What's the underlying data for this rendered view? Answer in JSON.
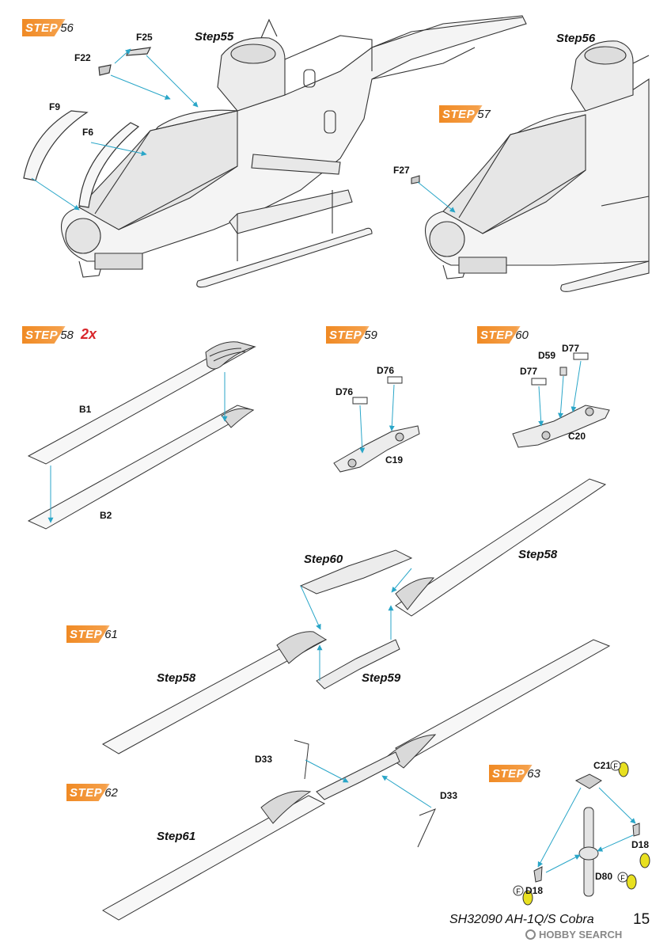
{
  "steps": {
    "s56": {
      "word": "STEP",
      "num": "56"
    },
    "s57": {
      "word": "STEP",
      "num": "57"
    },
    "s58": {
      "word": "STEP",
      "num": "58",
      "multiplier": "2x"
    },
    "s59": {
      "word": "STEP",
      "num": "59"
    },
    "s60": {
      "word": "STEP",
      "num": "60"
    },
    "s61": {
      "word": "STEP",
      "num": "61"
    },
    "s62": {
      "word": "STEP",
      "num": "62"
    },
    "s63": {
      "word": "STEP",
      "num": "63"
    }
  },
  "refs": {
    "step55": "Step55",
    "step56": "Step56",
    "step58a": "Step58",
    "step60": "Step60",
    "step58b": "Step58",
    "step59": "Step59",
    "step61": "Step61"
  },
  "parts": {
    "f25": "F25",
    "f22": "F22",
    "f9": "F9",
    "f6": "F6",
    "f27": "F27",
    "b1": "B1",
    "b2": "B2",
    "d76a": "D76",
    "d76b": "D76",
    "c19": "C19",
    "d59": "D59",
    "d77a": "D77",
    "d77b": "D77",
    "c20": "C20",
    "d33a": "D33",
    "d33b": "D33",
    "c21": "C21",
    "d18a": "D18",
    "d18b": "D18",
    "d80": "D80"
  },
  "paint_code": "F",
  "colors": {
    "accent": "#f08a24",
    "arrow": "#2aa6c8",
    "paint": "#e8e020",
    "multiplier": "#d8262b"
  },
  "footer": {
    "title": "SH32090 AH-1Q/S Cobra",
    "page": "15"
  },
  "watermark": "HOBBY SEARCH"
}
